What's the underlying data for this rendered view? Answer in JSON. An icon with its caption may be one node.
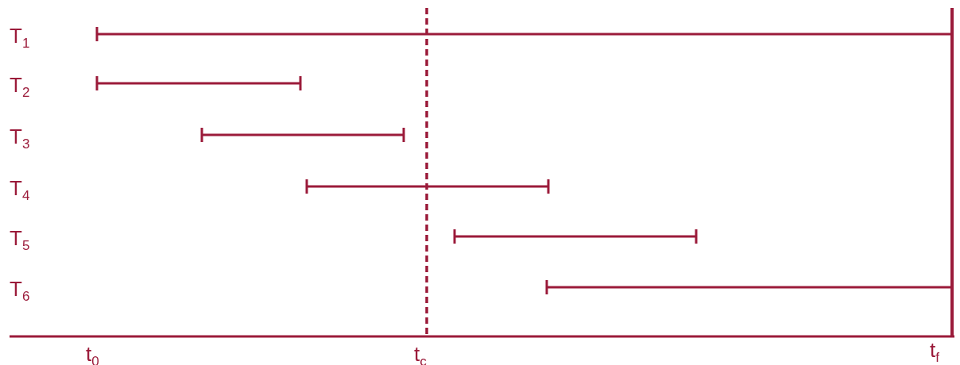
{
  "diagram": {
    "labels": [
      "T$_{1}$",
      "T$_{2}$",
      "T$_{3}$",
      "T$_{4}$",
      "T$_{5}$",
      "T$_{6}$",
      "t$_{0}$",
      "t$_{c}$",
      "t$_{f}$"
    ]
  }
}
